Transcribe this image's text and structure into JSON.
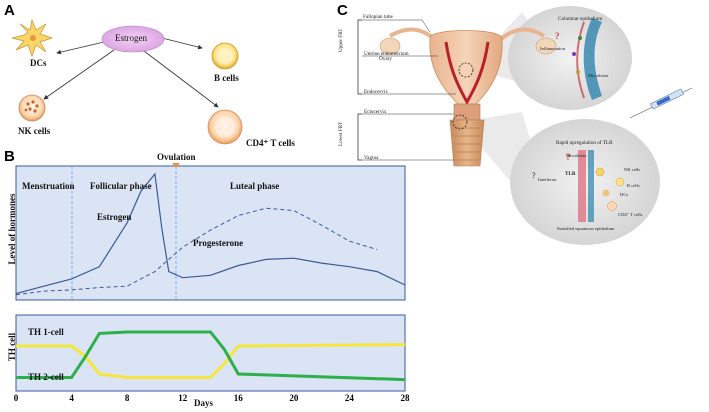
{
  "panels": {
    "a": "A",
    "b": "B",
    "c": "C"
  },
  "panel_a": {
    "hub": "Estrogen",
    "cells": {
      "dcs": "DCs",
      "b_cells": "B cells",
      "nk_cells": "NK cells",
      "cd4_t_cells": "CD4⁺ T cells"
    }
  },
  "panel_b": {
    "ovulation": "Ovulation",
    "phases": {
      "menstruation": "Menstruation",
      "follicular": "Follicular phase",
      "luteal": "Luteal phase"
    },
    "hormones": {
      "estrogen": "Estrogen",
      "progesterone": "Progesterone"
    },
    "ylabel_top": "Level of hormones",
    "ylabel_bottom": "TH cell",
    "th1": "TH 1-cell",
    "th2": "TH 2-cell",
    "xlabel": "Days",
    "xticks": [
      "0",
      "4",
      "8",
      "12",
      "16",
      "20",
      "24",
      "28"
    ],
    "colors": {
      "panel_bg": "#dbe4f5",
      "estrogen": "#3a5a98",
      "th1": "#f5e73a",
      "th2": "#2bb04a"
    }
  },
  "panel_c": {
    "upper_frt": "Upper FRT",
    "lower_frt": "Lower FRT",
    "anatomy": {
      "fallopian_tube": "Fallopian tube",
      "ovary": "Ovary",
      "uterine_endometrium": "Uterine endometrium",
      "endocervix": "Endocervix",
      "ectocervix": "Ectocervix",
      "vagina": "Vagina"
    },
    "upper_zoom": {
      "title": "Columnar epithelium",
      "inflammation": "Inflammation",
      "microbiota": "Microbiota",
      "question": "?"
    },
    "lower_zoom": {
      "title": "Rapid upregulation of TLR",
      "microbiota": "Microbiota",
      "question": "?",
      "interferon": "Interferon",
      "tlr": "TLR",
      "nk_cells": "NK cells",
      "b_cells": "B cells",
      "dcs": "DCs",
      "cd4_t_cells": "CD4⁺ T cells",
      "stratified": "Stratified squamous epithelium"
    }
  },
  "chart_data": [
    {
      "type": "line",
      "xlabel": "Days",
      "ylabel": "Level of hormones",
      "x_range": [
        0,
        28
      ],
      "series": [
        {
          "name": "Estrogen",
          "x": [
            0,
            2,
            4,
            6,
            8,
            9,
            10,
            10.5,
            11,
            12,
            14,
            16,
            18,
            20,
            22,
            24,
            26,
            28
          ],
          "y": [
            0.02,
            0.08,
            0.14,
            0.24,
            0.6,
            0.86,
            1.0,
            0.55,
            0.2,
            0.15,
            0.17,
            0.25,
            0.3,
            0.31,
            0.27,
            0.24,
            0.2,
            0.09
          ]
        },
        {
          "name": "Progesterone",
          "x": [
            0,
            2,
            4,
            6,
            8,
            10,
            12,
            14,
            16,
            18,
            20,
            22,
            24,
            26
          ],
          "y": [
            0.01,
            0.04,
            0.05,
            0.07,
            0.08,
            0.2,
            0.4,
            0.54,
            0.66,
            0.72,
            0.7,
            0.58,
            0.45,
            0.38
          ]
        }
      ]
    },
    {
      "type": "line",
      "xlabel": "Days",
      "ylabel": "TH cell",
      "x_range": [
        0,
        28
      ],
      "series": [
        {
          "name": "TH 1-cell",
          "x": [
            0,
            4,
            5,
            6,
            8,
            14,
            15,
            16,
            28
          ],
          "y": [
            0.6,
            0.6,
            0.45,
            0.2,
            0.15,
            0.15,
            0.35,
            0.6,
            0.62
          ]
        },
        {
          "name": "TH 2-cell",
          "x": [
            0,
            4,
            5,
            6,
            8,
            14,
            15,
            16,
            28
          ],
          "y": [
            0.15,
            0.15,
            0.45,
            0.78,
            0.8,
            0.8,
            0.55,
            0.2,
            0.12
          ]
        }
      ]
    }
  ]
}
